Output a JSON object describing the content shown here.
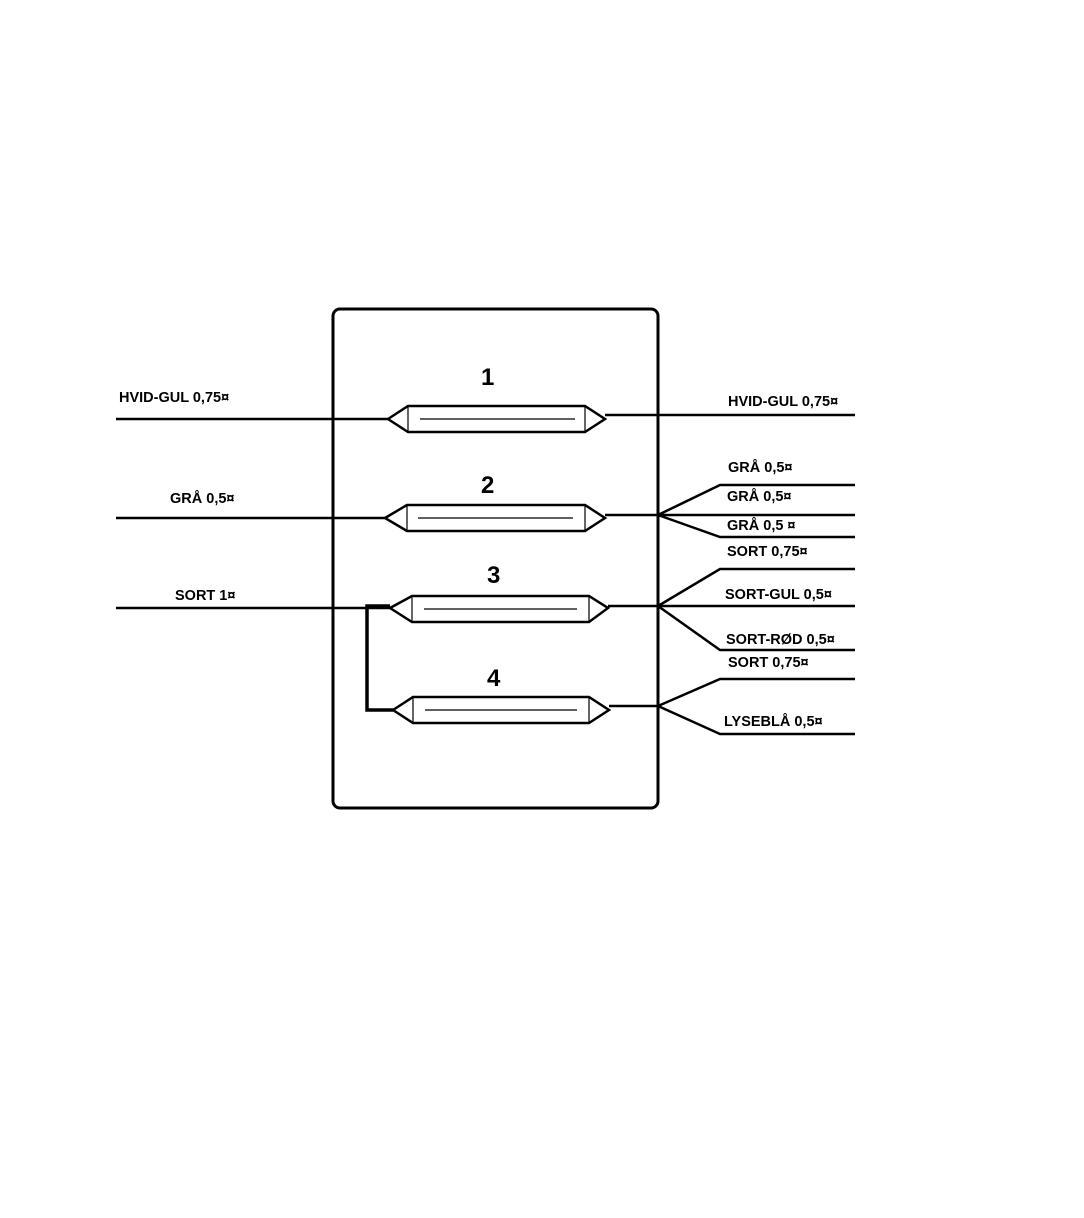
{
  "fuses": [
    {
      "number": "1"
    },
    {
      "number": "2"
    },
    {
      "number": "3"
    },
    {
      "number": "4"
    }
  ],
  "left_labels": {
    "hvid_gul": "HVID-GUL 0,75¤",
    "gra": "GRÅ 0,5¤",
    "sort": "SORT 1¤"
  },
  "right_labels": {
    "hvid_gul": "HVID-GUL 0,75¤",
    "gra_1": "GRÅ 0,5¤",
    "gra_2": "GRÅ 0,5¤",
    "gra_3": "GRÅ 0,5 ¤",
    "sort_075_a": "SORT 0,75¤",
    "sort_gul": "SORT-GUL 0,5¤",
    "sort_rod": "SORT-RØD 0,5¤",
    "sort_075_b": "SORT 0,75¤",
    "lysebla": "LYSEBLÅ  0,5¤"
  }
}
